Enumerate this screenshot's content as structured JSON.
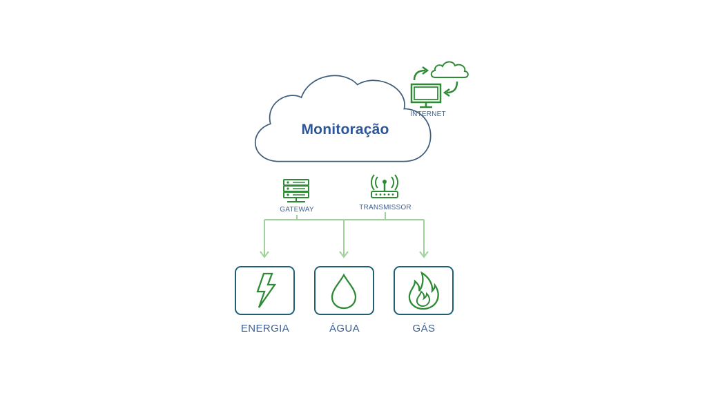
{
  "diagram": {
    "title": "Monitoração",
    "internet_label": "INTERNET",
    "gateway_label": "GATEWAY",
    "transmissor_label": "TRANSMISSOR",
    "categories": [
      {
        "label": "ENERGIA",
        "icon": "lightning-icon"
      },
      {
        "label": "ÁGUA",
        "icon": "water-drop-icon"
      },
      {
        "label": "GÁS",
        "icon": "flame-icon"
      }
    ]
  },
  "colors": {
    "text_blue": "#2e5597",
    "label_blue": "#40608f",
    "icon_green": "#2f8a35",
    "line_green": "#9fd29a",
    "box_border": "#1f5f73",
    "cloud_outline": "#3f5d7a"
  }
}
